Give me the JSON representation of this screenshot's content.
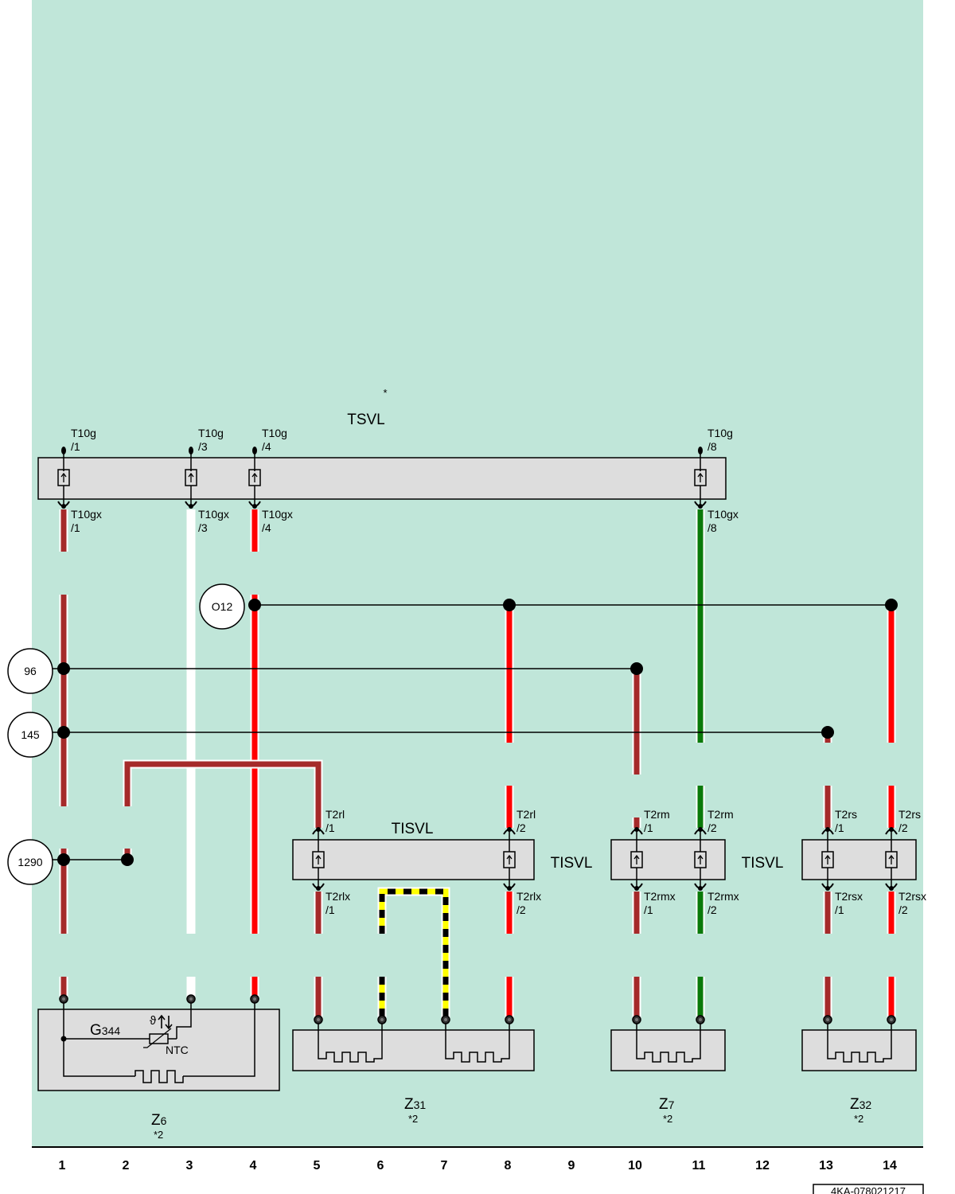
{
  "colors": {
    "background": "#c0e6d9",
    "component_fill": "#dddddd",
    "wire_brown": "#a52a2a",
    "wire_red": "#ff0000",
    "wire_white": "#ffffff",
    "wire_green": "#0a7a0a",
    "wire_yellow": "#ffff00",
    "wire_black": "#000000"
  },
  "top_note": "*",
  "tsvl": {
    "label": "TSVL",
    "top_pins": [
      {
        "name": "T10g",
        "pin": "/1"
      },
      {
        "name": "T10g",
        "pin": "/3"
      },
      {
        "name": "T10g",
        "pin": "/4"
      },
      {
        "name": "T10g",
        "pin": "/8"
      }
    ],
    "bottom_pins": [
      {
        "name": "T10gx",
        "pin": "/1"
      },
      {
        "name": "T10gx",
        "pin": "/3"
      },
      {
        "name": "T10gx",
        "pin": "/4"
      },
      {
        "name": "T10gx",
        "pin": "/8"
      }
    ]
  },
  "references": [
    {
      "label": "O12"
    },
    {
      "label": "96"
    },
    {
      "label": "145"
    },
    {
      "label": "1290"
    }
  ],
  "tisvl": [
    {
      "label": "TISVL",
      "top_pins": [
        {
          "name": "T2rl",
          "pin": "/1"
        },
        {
          "name": "T2rl",
          "pin": "/2"
        }
      ],
      "bottom_pins": [
        {
          "name": "T2rlx",
          "pin": "/1"
        },
        {
          "name": "T2rlx",
          "pin": "/2"
        }
      ]
    },
    {
      "label": "TISVL",
      "top_pins": [
        {
          "name": "T2rm",
          "pin": "/1"
        },
        {
          "name": "T2rm",
          "pin": "/2"
        }
      ],
      "bottom_pins": [
        {
          "name": "T2rmx",
          "pin": "/1"
        },
        {
          "name": "T2rmx",
          "pin": "/2"
        }
      ]
    },
    {
      "label": "TISVL",
      "top_pins": [
        {
          "name": "T2rs",
          "pin": "/1"
        },
        {
          "name": "T2rs",
          "pin": "/2"
        }
      ],
      "bottom_pins": [
        {
          "name": "T2rsx",
          "pin": "/1"
        },
        {
          "name": "T2rsx",
          "pin": "/2"
        }
      ]
    }
  ],
  "components": [
    {
      "name": "Z",
      "sub": "6",
      "note": "*2"
    },
    {
      "name": "Z",
      "sub": "31",
      "note": "*2"
    },
    {
      "name": "Z",
      "sub": "7",
      "note": "*2"
    },
    {
      "name": "Z",
      "sub": "32",
      "note": "*2"
    }
  ],
  "sensor": {
    "name": "G",
    "sub": "344",
    "type": "NTC",
    "symbol": "ϑ"
  },
  "columns": [
    "1",
    "2",
    "3",
    "4",
    "5",
    "6",
    "7",
    "8",
    "9",
    "10",
    "11",
    "12",
    "13",
    "14"
  ],
  "diagram_code": "4KA-078021217"
}
